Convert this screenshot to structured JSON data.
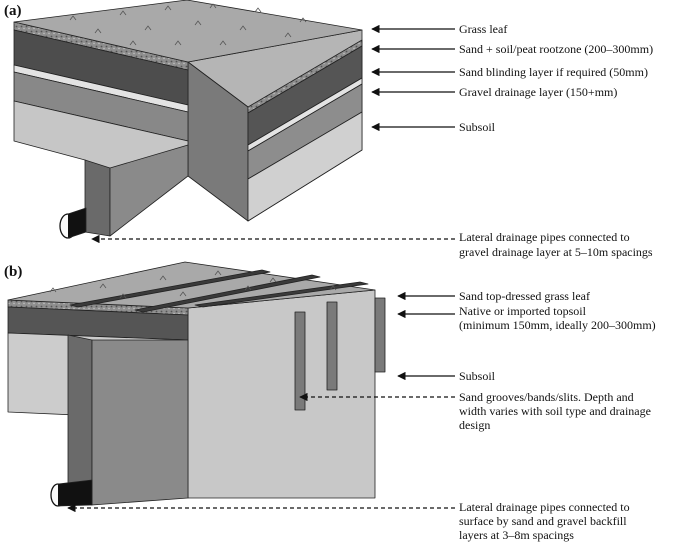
{
  "panels": [
    {
      "tag": "(a)",
      "labels": [
        "Grass leaf",
        "Sand + soil/peat rootzone (200–300mm)",
        "Sand blinding layer if required (50mm)",
        "Gravel drainage layer (150+mm)",
        "Subsoil",
        "Lateral drainage pipes connected to",
        "gravel drainage layer at 5–10m spacings"
      ]
    },
    {
      "tag": "(b)",
      "labels": [
        "Sand top-dressed grass leaf",
        "Native or imported topsoil",
        "(minimum 150mm, ideally 200–300mm)",
        "Subsoil",
        "Sand grooves/bands/slits. Depth and",
        "width varies with soil type and drainage",
        "design",
        "Lateral drainage pipes connected to",
        "surface by sand and gravel backfill",
        "layers at 3–8m spacings"
      ]
    }
  ]
}
